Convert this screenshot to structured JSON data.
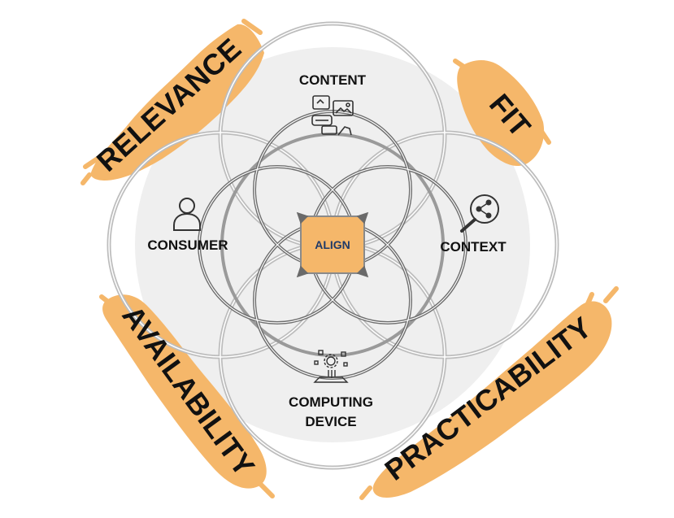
{
  "diagram": {
    "center": {
      "label": "ALIGN"
    },
    "nodes": {
      "content": {
        "label": "CONTENT",
        "icon": "content-media-icon"
      },
      "consumer": {
        "label": "CONSUMER",
        "icon": "person-icon"
      },
      "context": {
        "label": "CONTEXT",
        "icon": "magnifier-share-icon"
      },
      "device": {
        "line1": "COMPUTING",
        "line2": "DEVICE",
        "icon": "computing-gear-icon"
      }
    },
    "attributes": {
      "relevance": "RELEVANCE",
      "fit": "FIT",
      "availability": "AVAILABILITY",
      "practicability": "PRACTICABILITY"
    },
    "colors": {
      "highlight": "#f5b76a",
      "ring": "#b9b9b9",
      "inner_ring": "#707070",
      "background_disc": "#eeeeee",
      "align_text": "#1f3a68"
    }
  }
}
